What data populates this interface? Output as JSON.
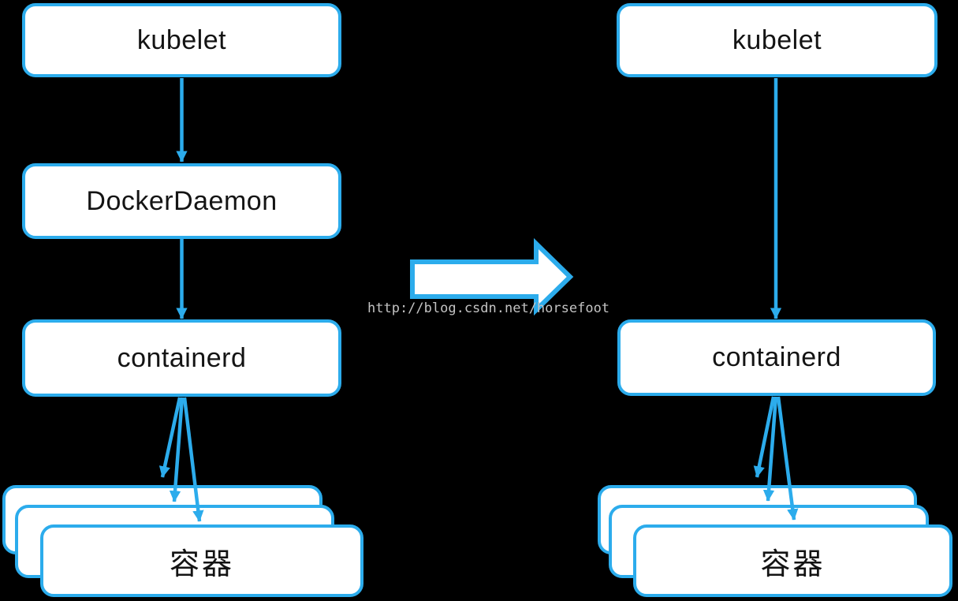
{
  "colors": {
    "accent": "#2cacec",
    "background": "#000000",
    "node_fill": "#ffffff",
    "node_text": "#141414",
    "watermark_text": "#c3c3c3"
  },
  "watermark": {
    "text": "http://blog.csdn.net/horsefoot"
  },
  "left_flow": {
    "kubelet": "kubelet",
    "docker_daemon": "DockerDaemon",
    "containerd": "containerd",
    "container": "容器"
  },
  "right_flow": {
    "kubelet": "kubelet",
    "containerd": "containerd",
    "container": "容器"
  },
  "icons": {
    "transition_arrow": "big-right-arrow"
  }
}
